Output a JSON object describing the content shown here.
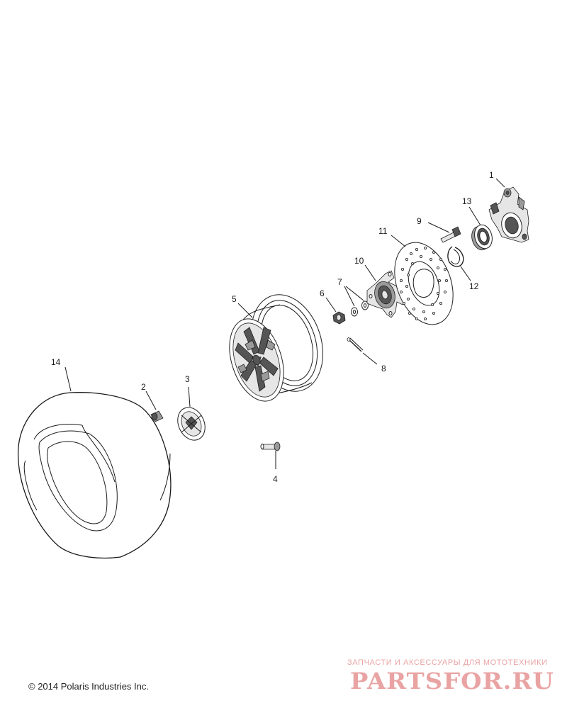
{
  "callouts": [
    {
      "id": "1",
      "label": "1"
    },
    {
      "id": "2",
      "label": "2"
    },
    {
      "id": "3",
      "label": "3"
    },
    {
      "id": "4",
      "label": "4"
    },
    {
      "id": "5",
      "label": "5"
    },
    {
      "id": "6",
      "label": "6"
    },
    {
      "id": "7",
      "label": "7"
    },
    {
      "id": "8",
      "label": "8"
    },
    {
      "id": "9",
      "label": "9"
    },
    {
      "id": "10",
      "label": "10"
    },
    {
      "id": "11",
      "label": "11"
    },
    {
      "id": "12",
      "label": "12"
    },
    {
      "id": "13",
      "label": "13"
    },
    {
      "id": "14",
      "label": "14"
    }
  ],
  "copyright": "© 2014 Polaris Industries Inc.",
  "watermark": {
    "tagline": "ЗАПЧАСТИ И АКСЕССУАРЫ ДЛЯ МОТОТЕХНИКИ",
    "logo_text": "PARTSFOR.RU",
    "color": "#e9a3a3"
  }
}
